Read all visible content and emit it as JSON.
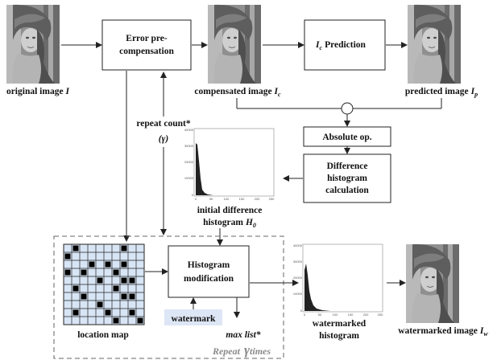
{
  "boxes": {
    "error_precomp": [
      "Error pre-",
      "compensation"
    ],
    "prediction": "Prediction",
    "prediction_sym": "I",
    "prediction_sub": "c",
    "absolute": "Absolute op.",
    "diff_hist_calc": [
      "Difference",
      "histogram",
      "calculation"
    ],
    "hist_mod": [
      "Histogram",
      "modification"
    ]
  },
  "labels": {
    "original": "original image",
    "original_sym": "I",
    "compensated": "compensated image",
    "compensated_sym": "I",
    "compensated_sub": "c",
    "predicted": "predicted image",
    "predicted_sym": "I",
    "predicted_sub": "p",
    "repeat_count": "repeat count*",
    "repeat_gamma": "(γ)",
    "initial_hist": [
      "initial difference",
      "histogram"
    ],
    "initial_hist_sym": "H",
    "initial_hist_sub": "0",
    "location_map": "location map",
    "watermark": "watermark",
    "max_list": "max list*",
    "watermarked_hist": [
      "watermarked",
      "histogram"
    ],
    "watermarked_image": "watermarked image",
    "watermarked_image_sym": "I",
    "watermarked_image_sub": "w",
    "repeat_prefix": "Repeat",
    "repeat_gamma_sym": "γ",
    "repeat_suffix": "times"
  },
  "histogram_ticks": {
    "y": [
      "40000",
      "30000",
      "20000",
      "10000",
      "0"
    ],
    "x": [
      "0",
      "50",
      "100",
      "150",
      "200",
      "250"
    ]
  },
  "location_map_cells": [
    [
      1,
      0
    ],
    [
      7,
      0
    ],
    [
      0,
      1
    ],
    [
      3,
      2
    ],
    [
      5,
      2
    ],
    [
      7,
      2
    ],
    [
      0,
      3
    ],
    [
      2,
      3
    ],
    [
      6,
      3
    ],
    [
      4,
      4
    ],
    [
      7,
      4
    ],
    [
      8,
      4
    ],
    [
      1,
      5
    ],
    [
      6,
      5
    ],
    [
      2,
      6
    ],
    [
      7,
      6
    ],
    [
      8,
      6
    ],
    [
      4,
      7
    ],
    [
      1,
      8
    ],
    [
      5,
      8
    ],
    [
      8,
      8
    ],
    [
      6,
      9
    ],
    [
      9,
      9
    ]
  ],
  "colors": {
    "watermark_bg": "#dde6f4",
    "grid_fill": "#d7e5f5",
    "line": "#222222",
    "dashed": "#666666",
    "repeat_text": "#8a8a8a"
  }
}
